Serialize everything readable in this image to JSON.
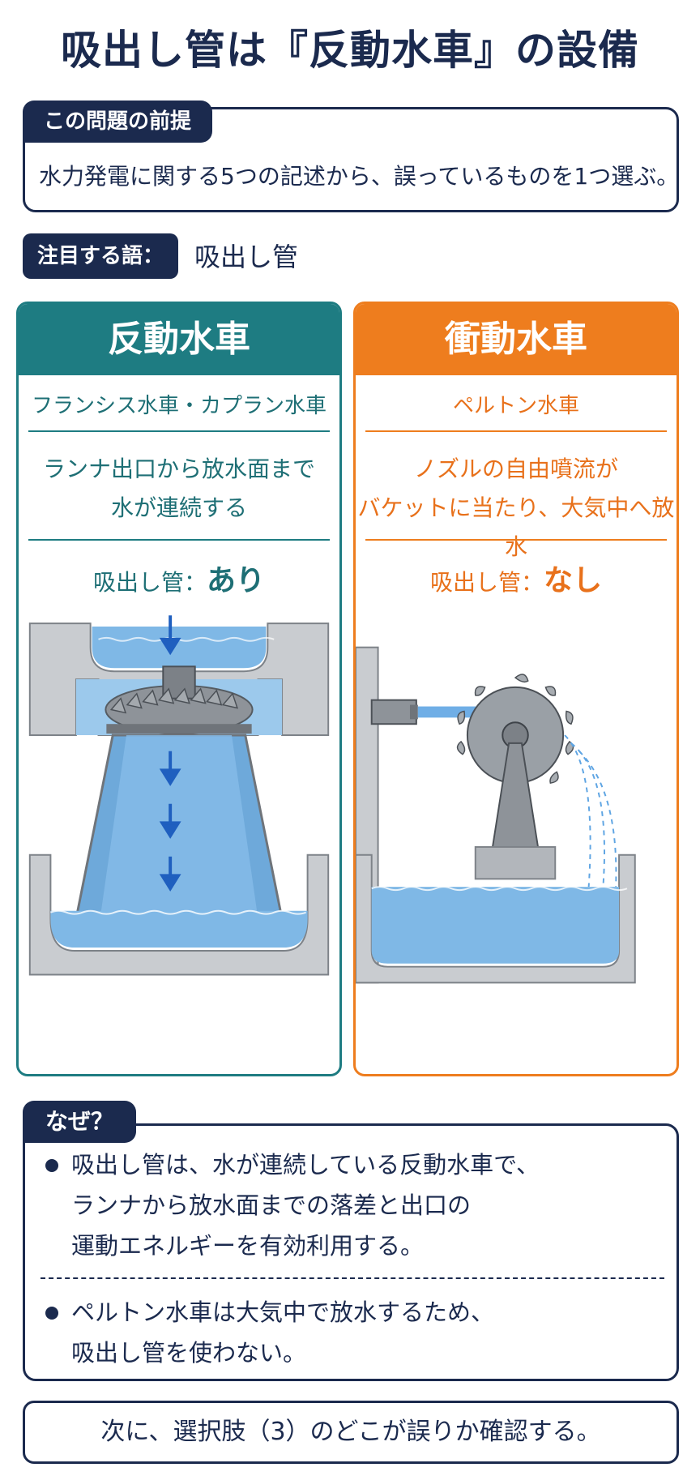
{
  "title": "吸出し管は『反動水車』の設備",
  "premise": {
    "tag": "この問題の前提",
    "text": "水力発電に関する5つの記述から、誤っているものを1つ選ぶ。"
  },
  "focus": {
    "tag": "注目する語：",
    "word": "吸出し管"
  },
  "left_panel": {
    "heading": "反動水車",
    "types": "フランシス水車・カプラン水車",
    "desc_line1": "ランナ出口から放水面まで",
    "desc_line2": "水が連続する",
    "suction_label": "吸出し管：",
    "suction_value": "あり"
  },
  "right_panel": {
    "heading": "衝動水車",
    "types": "ペルトン水車",
    "desc_line1": "ノズルの自由噴流が",
    "desc_line2": "バケットに当たり、大気中へ放水",
    "suction_label": "吸出し管：",
    "suction_value": "なし"
  },
  "why": {
    "tag": "なぜ？",
    "bullet1_line1": "吸出し管は、水が連続している反動水車で、",
    "bullet1_line2": "ランナから放水面までの落差と出口の",
    "bullet1_line3": "運動エネルギーを有効利用する。",
    "bullet2_line1": "ペルトン水車は大気中で放水するため、",
    "bullet2_line2": "吸出し管を使わない。"
  },
  "next": "次に、選択肢（3）のどこが誤りか確認する。",
  "colors": {
    "navy": "#1b2a4e",
    "teal": "#1e7c82",
    "orange": "#ee7d1e",
    "water": "#7fb8e6",
    "concrete": "#c9ccd0"
  }
}
